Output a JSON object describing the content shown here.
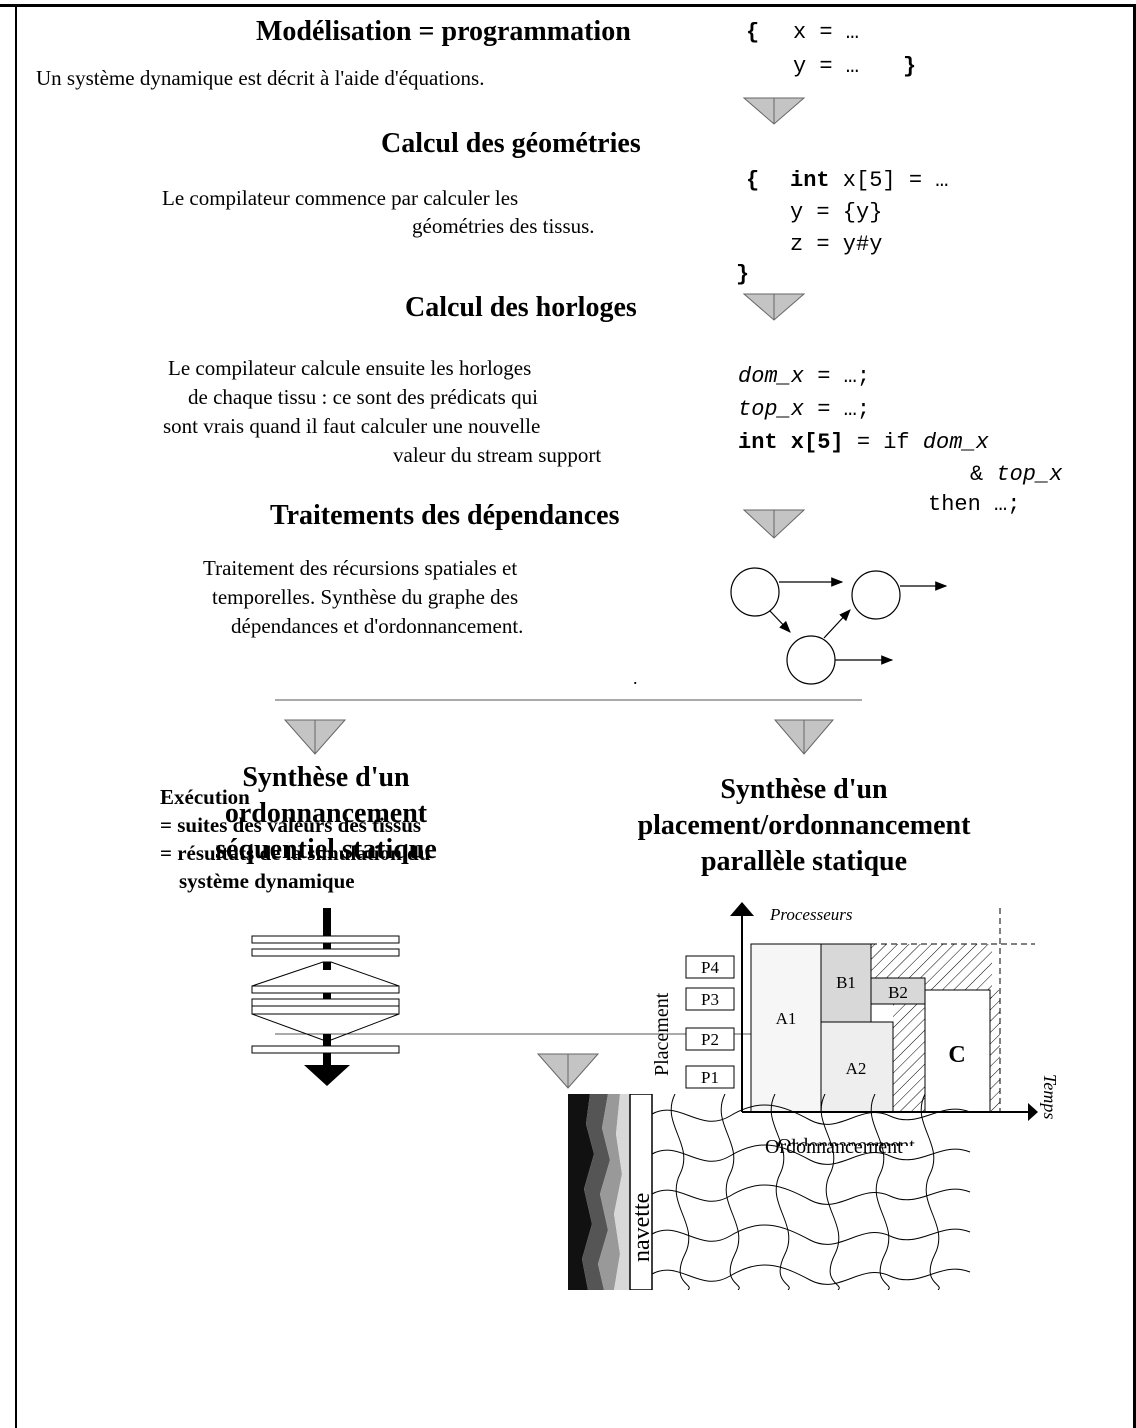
{
  "sections": {
    "modelisation": {
      "title": "Modélisation = programmation",
      "text": "Un système dynamique est décrit à l'aide d'équations."
    },
    "geometries": {
      "title": "Calcul des géométries",
      "text_lines": [
        "Le compilateur commence par calculer les",
        "géométries des tissus."
      ]
    },
    "horloges": {
      "title": "Calcul des horloges",
      "text_lines": [
        "Le compilateur calcule ensuite les horloges",
        "de chaque tissu : ce sont des prédicats qui",
        "sont vrais quand il faut calculer une nouvelle",
        "valeur du stream support"
      ]
    },
    "dependances": {
      "title": "Traitements des dépendances",
      "text_lines": [
        "Traitement des récursions spatiales et",
        "temporelles. Synthèse du graphe des",
        "dépendances et d'ordonnancement."
      ]
    }
  },
  "code": {
    "block1": {
      "open": "{",
      "line1": "x = …",
      "line2": "y = …",
      "close": "}"
    },
    "block2": {
      "open": "{",
      "kw_int": "int",
      "line1_rest": " x[5] = …",
      "line2": "y = {y}",
      "line3": "z = y#y",
      "close": "}"
    },
    "block3": {
      "l1_var": "dom_x",
      "l1_rest": " = …;",
      "l2_var": "top_x",
      "l2_rest": " = …;",
      "l3_kw": "int",
      "l3_a": " x[5]",
      "l3_b": " = if ",
      "l3_var": "dom_x",
      "l4_amp": "& ",
      "l4_var": "top_x",
      "l5": "then …;"
    }
  },
  "dot": ".",
  "sequential": {
    "title_lines": [
      "Synthèse d'un",
      "ordonnancement",
      "séquentiel statique"
    ]
  },
  "parallel": {
    "title_lines": [
      "Synthèse d'un",
      "placement/ordonnancement",
      "parallèle statique"
    ]
  },
  "gantt": {
    "y_axis_label": "Processeurs",
    "x_axis_label": "Temps",
    "left_label": "Placement",
    "bottom_label": "Ordonnancement",
    "processors": [
      "P4",
      "P3",
      "P2",
      "P1"
    ],
    "tasks": [
      "A1",
      "B1",
      "B2",
      "A2",
      "C"
    ]
  },
  "execution": {
    "lines": [
      "Exécution",
      "= suites des valeurs des tissus",
      "= résultats de la simulation du",
      "système dynamique"
    ],
    "loom_label": "navette"
  }
}
